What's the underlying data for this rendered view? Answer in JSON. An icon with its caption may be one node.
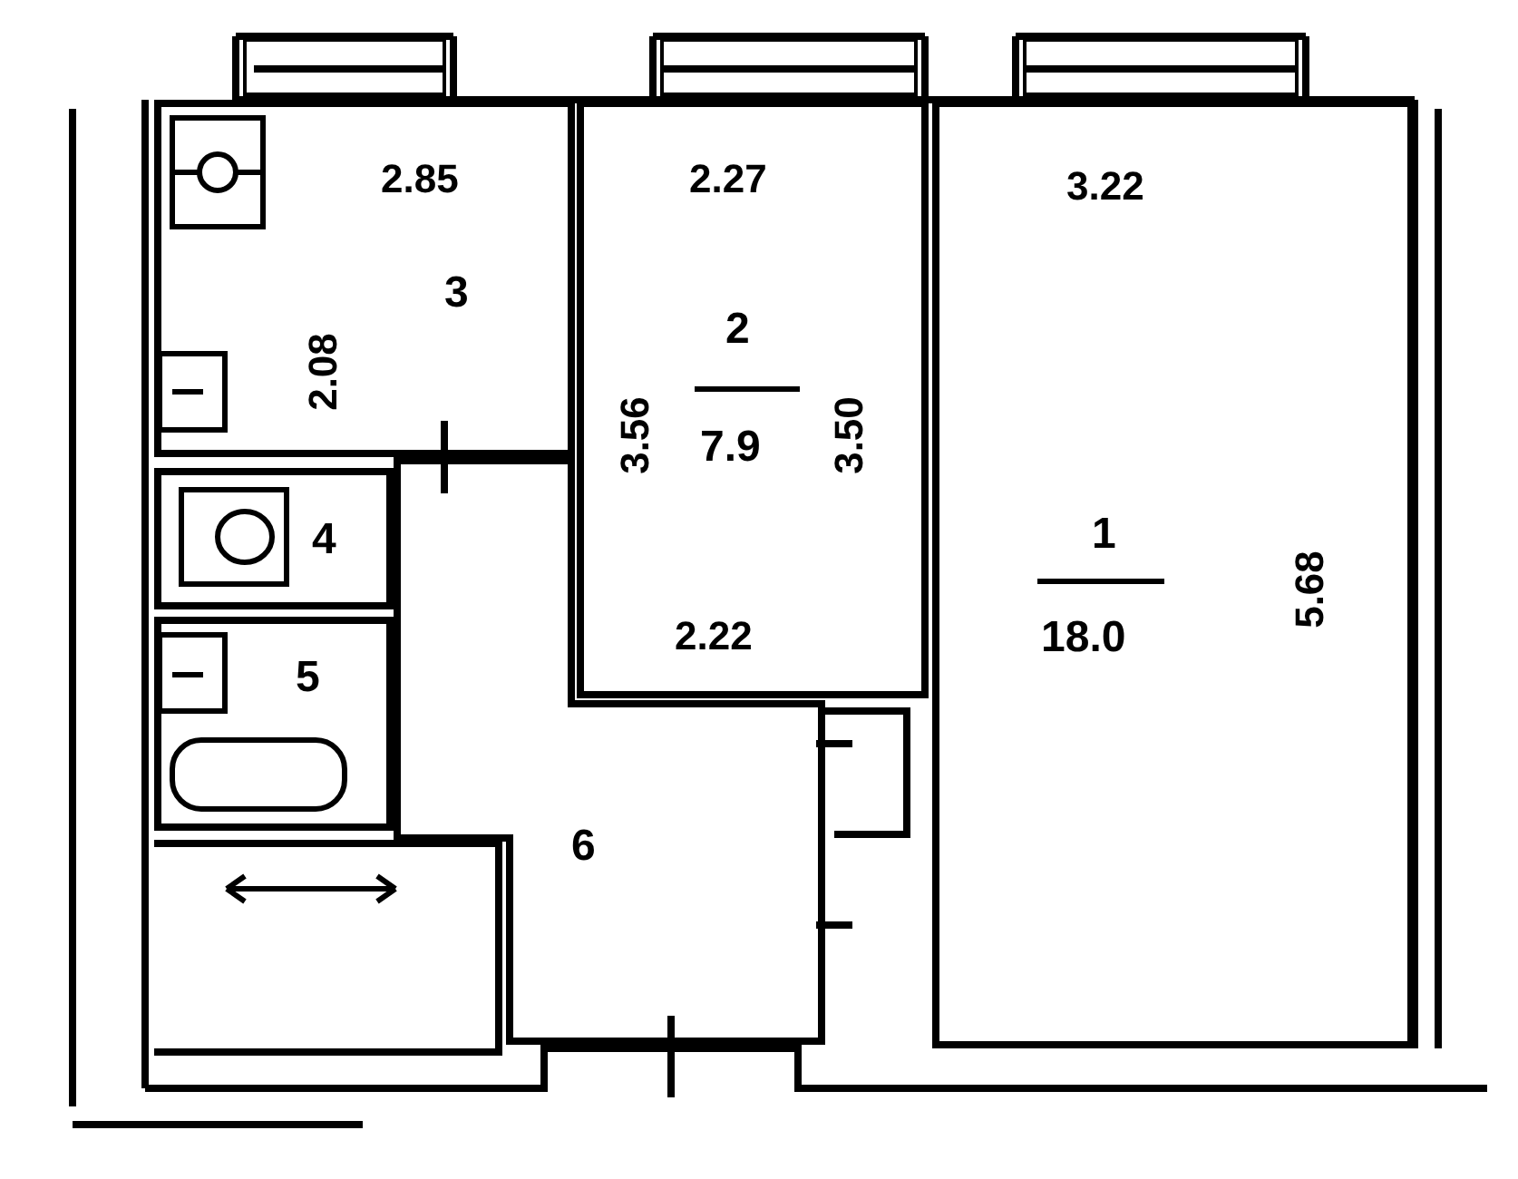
{
  "diagram": {
    "nodes": [
      {
        "text": [
          "3"
        ]
      },
      {
        "text": [
          "2",
          "7.9"
        ]
      },
      {
        "text": [
          "1",
          "18.0"
        ]
      },
      {
        "text": [
          "4"
        ]
      },
      {
        "text": [
          "5"
        ]
      },
      {
        "text": [
          "6"
        ]
      }
    ],
    "labels": [
      "2.85",
      "2.27",
      "3.22",
      "2.08",
      "3.56",
      "3.50",
      "5.68",
      "2.22"
    ]
  }
}
